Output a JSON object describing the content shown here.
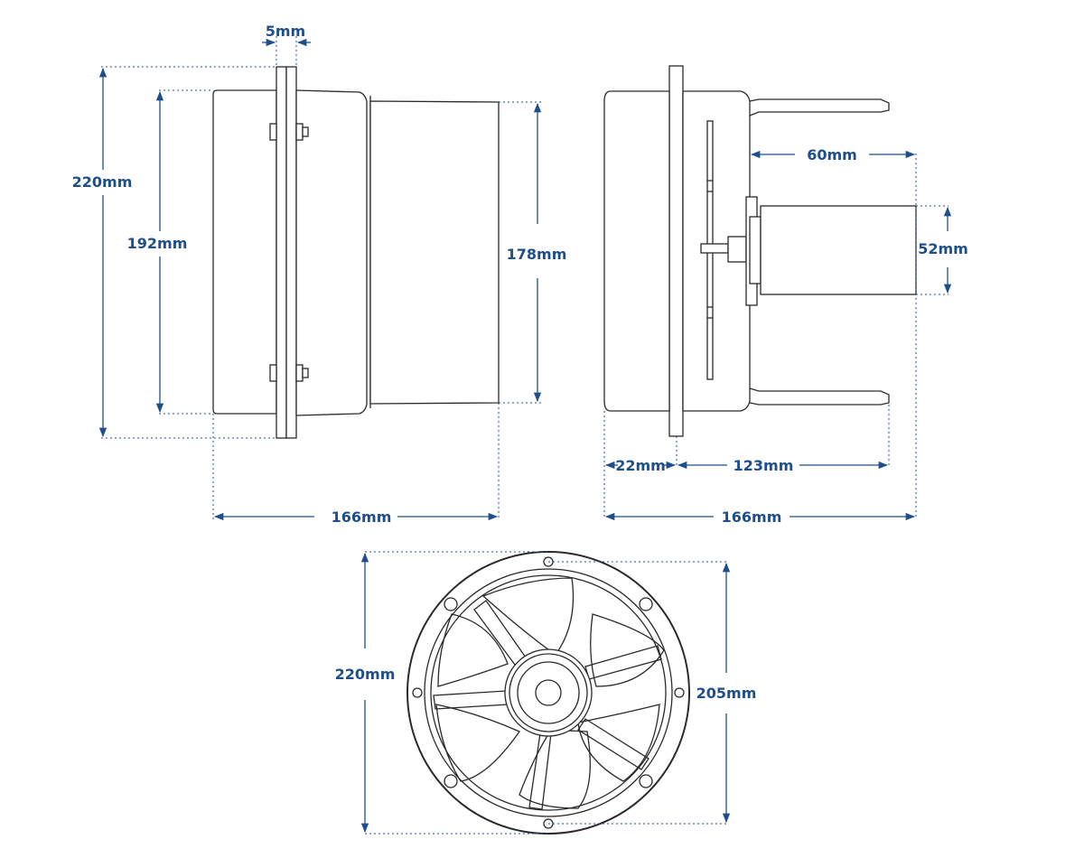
{
  "colors": {
    "dimension": "#1f4f8b",
    "outline": "#2a2a2a",
    "background": "#ffffff"
  },
  "side_view": {
    "flange_thickness": "5mm",
    "overall_height": "220mm",
    "body_height": "192mm",
    "tube_height": "178mm",
    "overall_length": "166mm"
  },
  "section_view": {
    "motor_length": "60mm",
    "motor_diameter": "52mm",
    "front_depth": "22mm",
    "rear_length": "123mm",
    "overall_length": "166mm"
  },
  "front_view": {
    "outer_diameter": "220mm",
    "hole_spacing": "205mm"
  }
}
